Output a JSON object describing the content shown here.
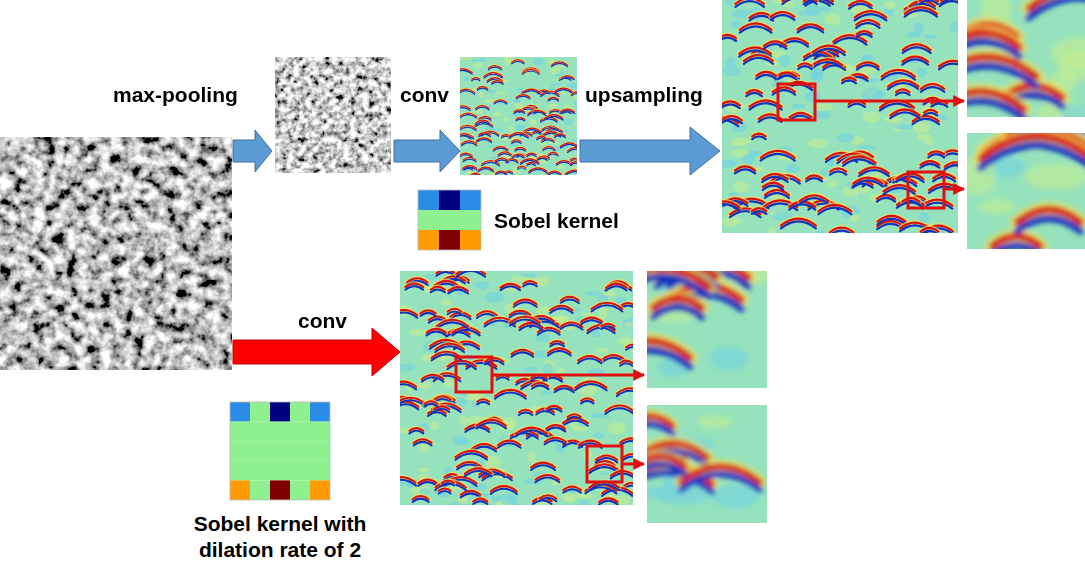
{
  "diagram": {
    "labels": [
      "max-pooling",
      "conv",
      "upsampling",
      "Sobel kernel",
      "conv",
      "Sobel kernel with dilation rate of 2"
    ]
  }
}
